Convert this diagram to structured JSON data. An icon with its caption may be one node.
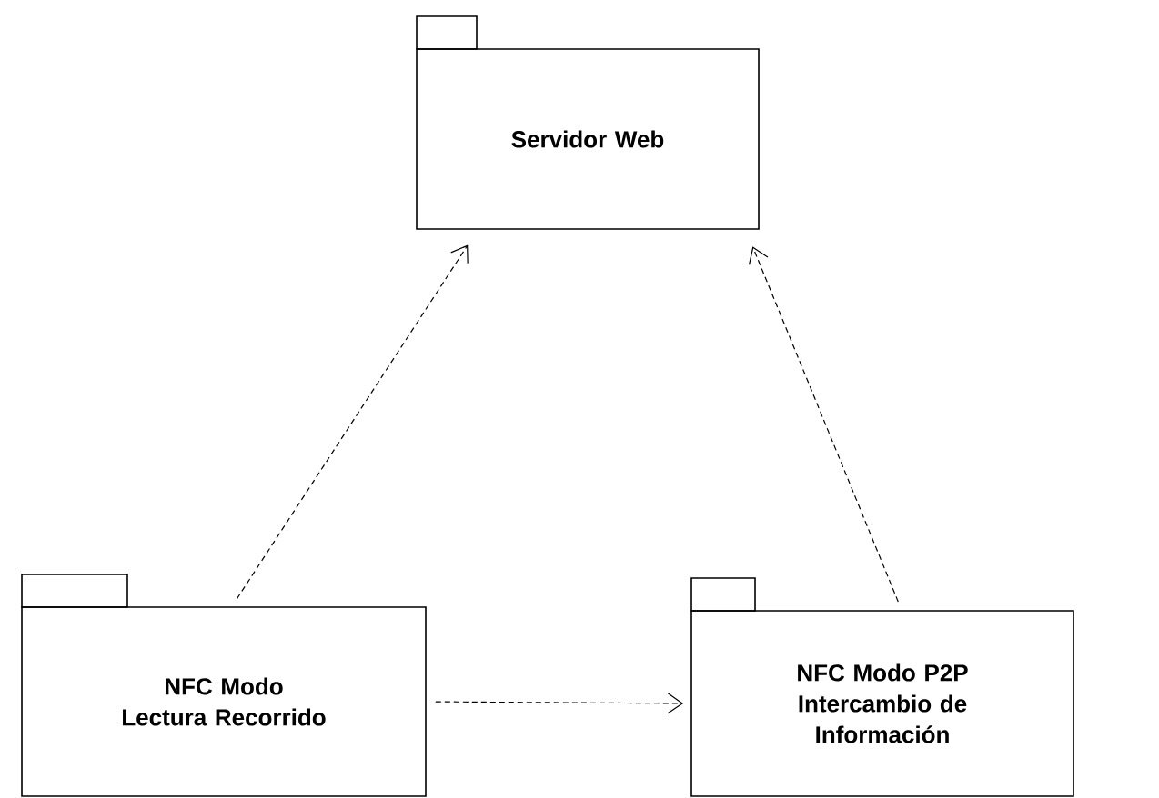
{
  "diagram": {
    "nodes": [
      {
        "text": [
          "Servidor Web"
        ]
      },
      {
        "text": [
          "NFC Modo Lectura Recorrido"
        ]
      },
      {
        "text": [
          "NFC Modo P2P Intercambio de Información"
        ]
      }
    ],
    "edges": [
      {
        "from": 1,
        "to": 0,
        "arrow": "to",
        "style": "dashed"
      },
      {
        "from": 2,
        "to": 0,
        "arrow": "to",
        "style": "dashed"
      },
      {
        "from": 1,
        "to": 2,
        "arrow": "to",
        "style": "dashed"
      }
    ]
  }
}
